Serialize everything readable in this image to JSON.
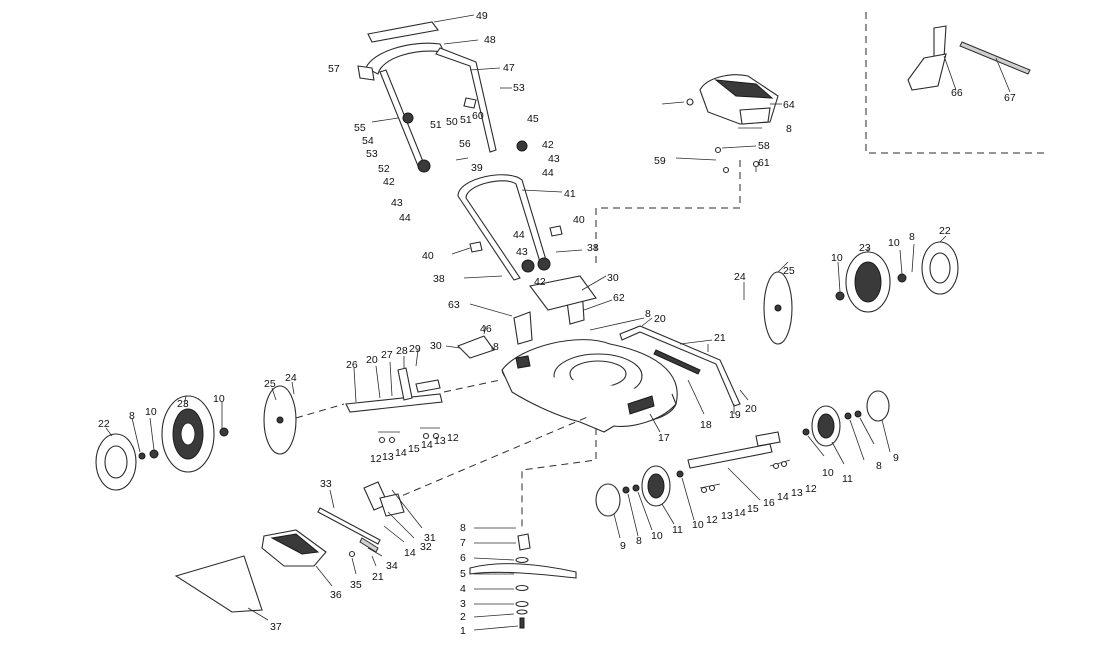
{
  "labels": [
    {
      "id": "49",
      "text": "49"
    },
    {
      "id": "48",
      "text": "48"
    },
    {
      "id": "57",
      "text": "57"
    },
    {
      "id": "47",
      "text": "47"
    },
    {
      "id": "53a",
      "text": "53"
    },
    {
      "id": "55",
      "text": "55"
    },
    {
      "id": "51a",
      "text": "51"
    },
    {
      "id": "50",
      "text": "50"
    },
    {
      "id": "51b",
      "text": "51"
    },
    {
      "id": "60",
      "text": "60"
    },
    {
      "id": "45",
      "text": "45"
    },
    {
      "id": "54",
      "text": "54"
    },
    {
      "id": "56",
      "text": "56"
    },
    {
      "id": "42a",
      "text": "42"
    },
    {
      "id": "53b",
      "text": "53"
    },
    {
      "id": "43a",
      "text": "43"
    },
    {
      "id": "52",
      "text": "52"
    },
    {
      "id": "39",
      "text": "39"
    },
    {
      "id": "44a",
      "text": "44"
    },
    {
      "id": "42b",
      "text": "42"
    },
    {
      "id": "43b",
      "text": "43"
    },
    {
      "id": "44b",
      "text": "44"
    },
    {
      "id": "41",
      "text": "41"
    },
    {
      "id": "40a",
      "text": "40"
    },
    {
      "id": "40b",
      "text": "40"
    },
    {
      "id": "44c",
      "text": "44"
    },
    {
      "id": "43c",
      "text": "43"
    },
    {
      "id": "38a",
      "text": "38"
    },
    {
      "id": "38b",
      "text": "38"
    },
    {
      "id": "42c",
      "text": "42"
    },
    {
      "id": "30a",
      "text": "30"
    },
    {
      "id": "63",
      "text": "63"
    },
    {
      "id": "62",
      "text": "62"
    },
    {
      "id": "8a",
      "text": "8"
    },
    {
      "id": "46",
      "text": "46"
    },
    {
      "id": "30b",
      "text": "30"
    },
    {
      "id": "8b",
      "text": "8"
    },
    {
      "id": "64",
      "text": "64"
    },
    {
      "id": "8c",
      "text": "8"
    },
    {
      "id": "58",
      "text": "58"
    },
    {
      "id": "59",
      "text": "59"
    },
    {
      "id": "61",
      "text": "61"
    },
    {
      "id": "66",
      "text": "66"
    },
    {
      "id": "67",
      "text": "67"
    },
    {
      "id": "24a",
      "text": "24"
    },
    {
      "id": "25a",
      "text": "25"
    },
    {
      "id": "10a",
      "text": "10"
    },
    {
      "id": "23a",
      "text": "23"
    },
    {
      "id": "10b",
      "text": "10"
    },
    {
      "id": "8d",
      "text": "8"
    },
    {
      "id": "22a",
      "text": "22"
    },
    {
      "id": "20a",
      "text": "20"
    },
    {
      "id": "21a",
      "text": "21"
    },
    {
      "id": "26",
      "text": "26"
    },
    {
      "id": "20b",
      "text": "20"
    },
    {
      "id": "27",
      "text": "27"
    },
    {
      "id": "28",
      "text": "28"
    },
    {
      "id": "29",
      "text": "29"
    },
    {
      "id": "25b",
      "text": "25"
    },
    {
      "id": "24b",
      "text": "24"
    },
    {
      "id": "23b",
      "text": "23"
    },
    {
      "id": "10c",
      "text": "10"
    },
    {
      "id": "22b",
      "text": "22"
    },
    {
      "id": "8e",
      "text": "8"
    },
    {
      "id": "10d",
      "text": "10"
    },
    {
      "id": "17",
      "text": "17"
    },
    {
      "id": "18",
      "text": "18"
    },
    {
      "id": "19",
      "text": "19"
    },
    {
      "id": "20c",
      "text": "20"
    },
    {
      "id": "12a",
      "text": "12"
    },
    {
      "id": "13a",
      "text": "13"
    },
    {
      "id": "14a",
      "text": "14"
    },
    {
      "id": "15a",
      "text": "15"
    },
    {
      "id": "14b",
      "text": "14"
    },
    {
      "id": "13b",
      "text": "13"
    },
    {
      "id": "12b",
      "text": "12"
    },
    {
      "id": "9a",
      "text": "9"
    },
    {
      "id": "8f",
      "text": "8"
    },
    {
      "id": "10e",
      "text": "10"
    },
    {
      "id": "11a",
      "text": "11"
    },
    {
      "id": "10f",
      "text": "10"
    },
    {
      "id": "11b",
      "text": "11"
    },
    {
      "id": "8g",
      "text": "8"
    },
    {
      "id": "9b",
      "text": "9"
    },
    {
      "id": "12c",
      "text": "12"
    },
    {
      "id": "13c",
      "text": "13"
    },
    {
      "id": "14c",
      "text": "14"
    },
    {
      "id": "15b",
      "text": "15"
    },
    {
      "id": "16",
      "text": "16"
    },
    {
      "id": "14d",
      "text": "14"
    },
    {
      "id": "13d",
      "text": "13"
    },
    {
      "id": "12d",
      "text": "12"
    },
    {
      "id": "10g",
      "text": "10"
    },
    {
      "id": "33",
      "text": "33"
    },
    {
      "id": "31",
      "text": "31"
    },
    {
      "id": "32",
      "text": "32"
    },
    {
      "id": "14e",
      "text": "14"
    },
    {
      "id": "34",
      "text": "34"
    },
    {
      "id": "21b",
      "text": "21"
    },
    {
      "id": "35",
      "text": "35"
    },
    {
      "id": "36",
      "text": "36"
    },
    {
      "id": "37",
      "text": "37"
    },
    {
      "id": "8h",
      "text": "8"
    },
    {
      "id": "7",
      "text": "7"
    },
    {
      "id": "6",
      "text": "6"
    },
    {
      "id": "5",
      "text": "5"
    },
    {
      "id": "4",
      "text": "4"
    },
    {
      "id": "3",
      "text": "3"
    },
    {
      "id": "2",
      "text": "2"
    },
    {
      "id": "1",
      "text": "1"
    }
  ]
}
